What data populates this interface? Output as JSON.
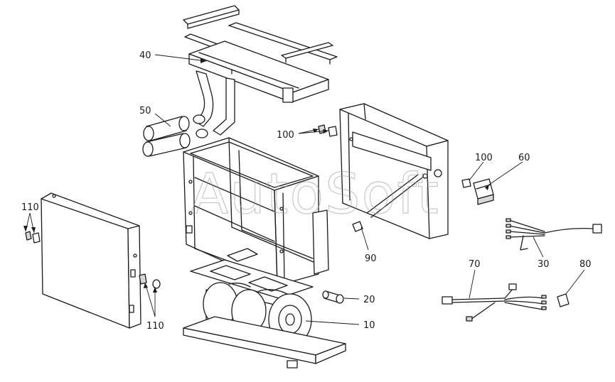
{
  "diagram": {
    "watermark": "AutoSoft",
    "callouts": {
      "c10": "10",
      "c20": "20",
      "c30": "30",
      "c40": "40",
      "c50": "50",
      "c60": "60",
      "c70": "70",
      "c80": "80",
      "c90": "90",
      "c100a": "100",
      "c100b": "100",
      "c110a": "110",
      "c110b": "110"
    }
  }
}
